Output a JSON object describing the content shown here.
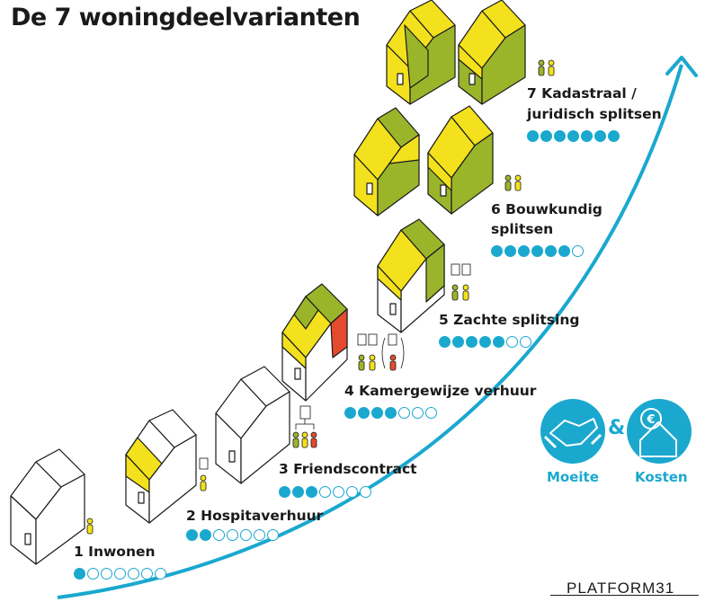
{
  "title": "De 7 woningdeelvarianten",
  "variants": [
    {
      "label": "1 Inwonen",
      "filled": 1,
      "total": 7
    },
    {
      "label": "2 Hospitaverhuur",
      "filled": 2,
      "total": 7
    },
    {
      "label": "3 Friendscontract",
      "filled": 3,
      "total": 7
    },
    {
      "label": "4 Kamergewijze verhuur",
      "filled": 4,
      "total": 7
    },
    {
      "label": "5 Zachte splitsing",
      "filled": 5,
      "total": 7
    },
    {
      "label_line1": "6 Bouwkundig",
      "label_line2": "splitsen",
      "filled": 6,
      "total": 7
    },
    {
      "label_line1": "7 Kadastraal /",
      "label_line2": "juridisch splitsen",
      "filled": 7,
      "total": 7
    }
  ],
  "legend": {
    "effort": "Moeite",
    "cost": "Kosten",
    "ampersand": "&"
  },
  "brand": "PLATFORM31",
  "icons": [
    "house-icon",
    "person-icon",
    "contract-icon",
    "handshake-icon",
    "euro-house-icon",
    "arrow-icon"
  ],
  "colors": {
    "accent": "#1aa8cf",
    "yellow": "#f2e11c",
    "olive": "#9bb52b",
    "red": "#e64a2e",
    "ink": "#1a1a1a"
  }
}
